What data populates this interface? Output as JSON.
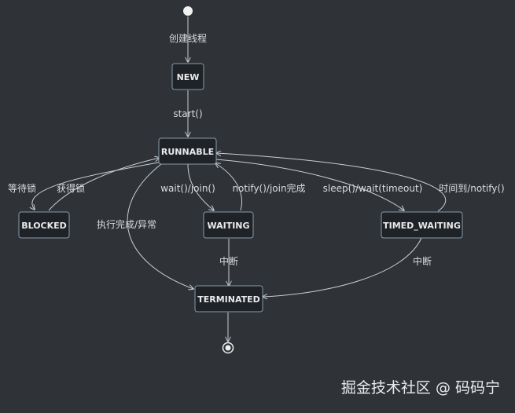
{
  "states": {
    "new": "NEW",
    "runnable": "RUNNABLE",
    "blocked": "BLOCKED",
    "waiting": "WAITING",
    "timed_waiting": "TIMED_WAITING",
    "terminated": "TERMINATED"
  },
  "transitions": {
    "create": "创建线程",
    "start": "start()",
    "wait_lock": "等待锁",
    "acquire_lock": "获得锁",
    "wait_join": "wait()/join()",
    "notify_join": "notify()/join完成",
    "sleep_wait": "sleep()/wait(timeout)",
    "timeout_notify": "时间到/notify()",
    "finish_exception": "执行完成/异常",
    "interrupt_waiting": "中断",
    "interrupt_timed": "中断"
  },
  "watermark": "掘金技术社区 @ 码码宁"
}
